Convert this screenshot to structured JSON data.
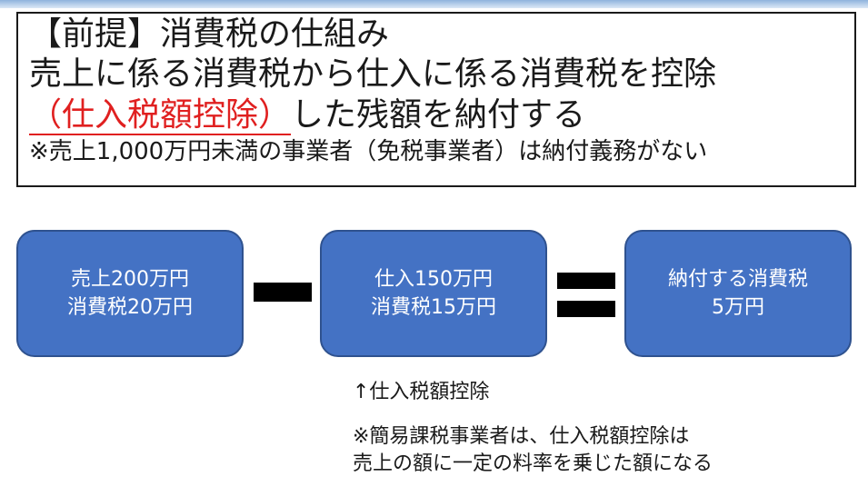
{
  "premise": {
    "title": "【前提】消費税の仕組み",
    "line2": "売上に係る消費税から仕入に係る消費税を控除",
    "line3_highlight": "（仕入税額控除）",
    "line3_rest": "した残額を納付する",
    "footnote": "※売上1,000万円未満の事業者（免税事業者）は納付義務がない"
  },
  "flow": {
    "sales": {
      "line1": "売上200万円",
      "line2": "消費税20万円"
    },
    "purchase": {
      "line1": "仕入150万円",
      "line2": "消費税15万円"
    },
    "payment": {
      "line1": "納付する消費税",
      "line2": "5万円"
    }
  },
  "notes": {
    "deduction": "↑仕入税額控除",
    "simplified_line1": "※簡易課税事業者は、仕入税額控除は",
    "simplified_line2": "売上の額に一定の料率を乗じた額になる"
  },
  "colors": {
    "box_fill": "#4472c4",
    "box_border": "#2f528f",
    "highlight": "#e02020"
  }
}
